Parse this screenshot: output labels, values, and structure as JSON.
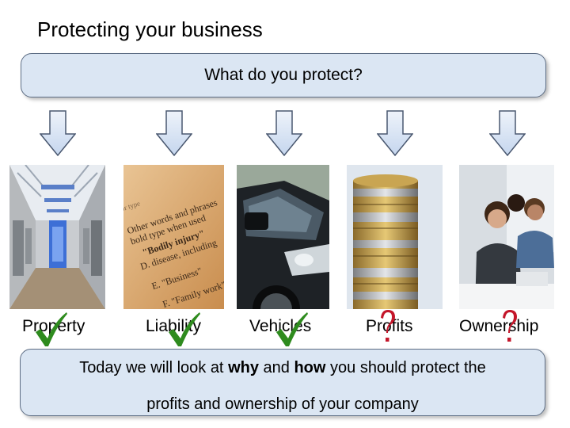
{
  "slide": {
    "title": "Protecting your business",
    "question": "What do you protect?",
    "items": [
      {
        "label": "Property",
        "mark": "check-icon"
      },
      {
        "label": "Liability",
        "mark": "check-icon"
      },
      {
        "label": "Vehicles",
        "mark": "check-icon"
      },
      {
        "label": "Profits",
        "mark": "question-icon"
      },
      {
        "label": "Ownership",
        "mark": "question-icon"
      }
    ],
    "photo_text": {
      "line1": "Other words and phrases",
      "line2": "bold type when used",
      "line3": "\"Bodily injury\"",
      "line4": "D.   disease, including",
      "line5": "E.   \"Business\"",
      "line6": "F.   \"Family work\""
    },
    "summary": {
      "part1": "Today we will look at ",
      "why": "why",
      "part2": " and ",
      "how": "how",
      "part3": " you should protect the",
      "line2": "profits and ownership of your company"
    }
  },
  "colors": {
    "box_fill": "#dbe6f3",
    "box_border": "#5d6d84",
    "check": "#2e8b1e",
    "question": "#c4162a"
  }
}
